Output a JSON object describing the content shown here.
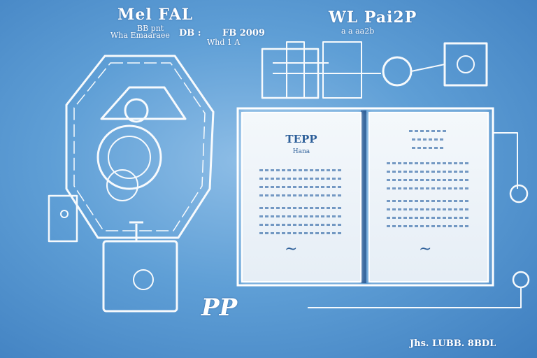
{
  "header": {
    "left_title": "Mel  FAL",
    "left_sub": "BB  pnt",
    "left_line2": "Wha  Emaaraee",
    "mid_code": "DB :",
    "mid_label": "FB  2009",
    "mid_sub": "Whd 1 A",
    "right_title": "WL  Pai2P",
    "right_sub": "a a  aa2b"
  },
  "document": {
    "left_title": "TEPP",
    "left_subtitle": "Hana"
  },
  "footer": {
    "logo_text": "PP",
    "signature_right": "Jhs.  LUBB. 8BDL"
  },
  "colors": {
    "blueprint_bg": "#5f9fd6",
    "line": "#ffffff",
    "paper": "#eef4f9",
    "ink": "#2d5f99"
  }
}
